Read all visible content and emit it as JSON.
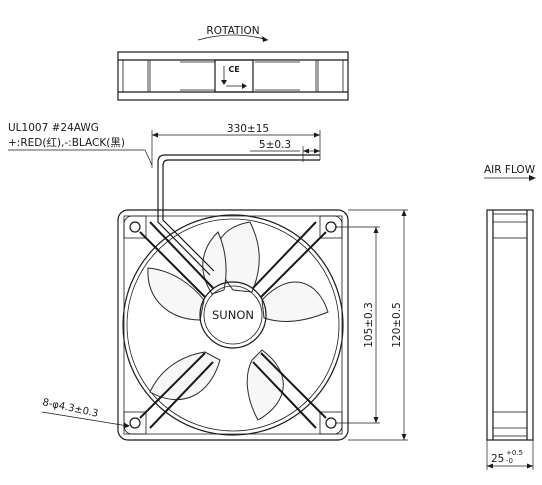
{
  "labels": {
    "rotation": "ROTATION",
    "ce_mark": "CE",
    "wire_type": "UL1007 #24AWG",
    "wire_colors": "+:RED(红),-:BLACK(黑)",
    "lead_length": "330±15",
    "strip_length": "5±0.3",
    "air_flow": "AIR FLOW",
    "brand": "SUNON",
    "hole_pitch": "105±0.3",
    "frame_size": "120±0.5",
    "mount_holes": "8-φ4.3±0.3",
    "thickness": "25",
    "thickness_tol_upper": "+0.5",
    "thickness_tol_lower": "-0"
  }
}
